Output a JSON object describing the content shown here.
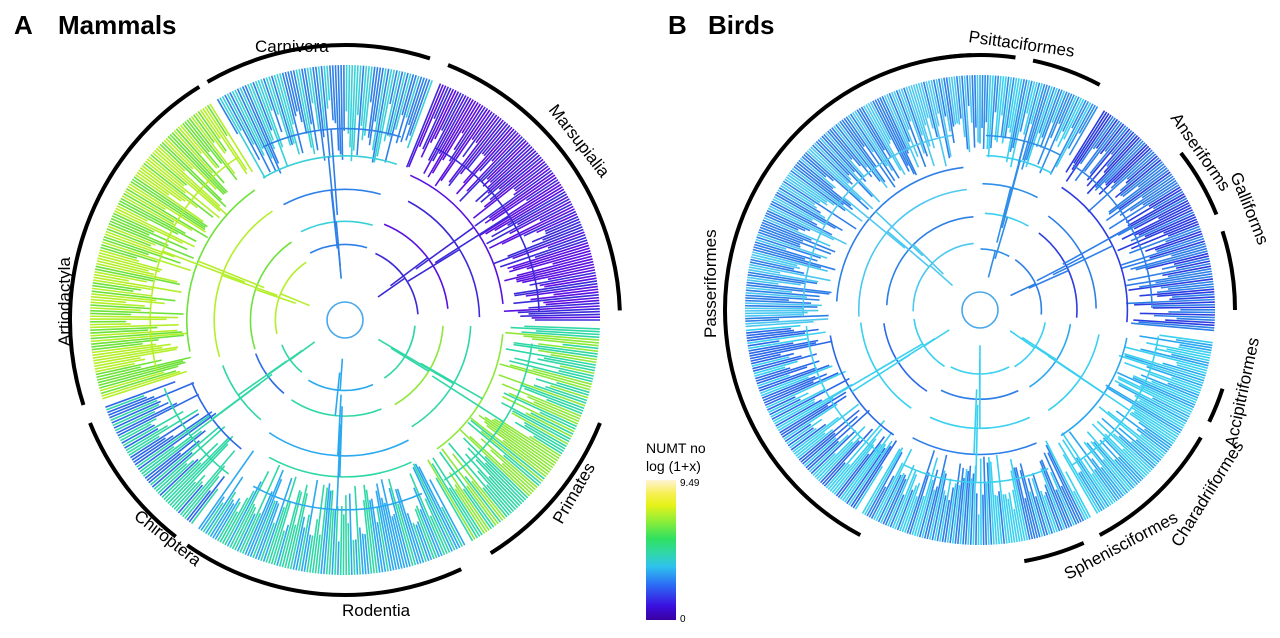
{
  "panel_a": {
    "letter": "A",
    "title": "Mammals",
    "clades": [
      "Carnivora",
      "Marsupialia",
      "Primates",
      "Rodentia",
      "Chiroptera",
      "Artiodactyla"
    ]
  },
  "panel_b": {
    "letter": "B",
    "title": "Birds",
    "clades": [
      "Psittaciformes",
      "Anseriforms",
      "Galliforms",
      "Accipitriformes",
      "Charadriiformes",
      "Sphenisciformes",
      "Passeriformes"
    ]
  },
  "legend": {
    "title_line1": "NUMT no",
    "title_line2": "log (1+x)",
    "max": "9.49",
    "min": "0",
    "colors": [
      "#3a00a0",
      "#2b6cf5",
      "#2fc2ee",
      "#2fe060",
      "#e6f21a",
      "#fff3d5"
    ]
  }
}
